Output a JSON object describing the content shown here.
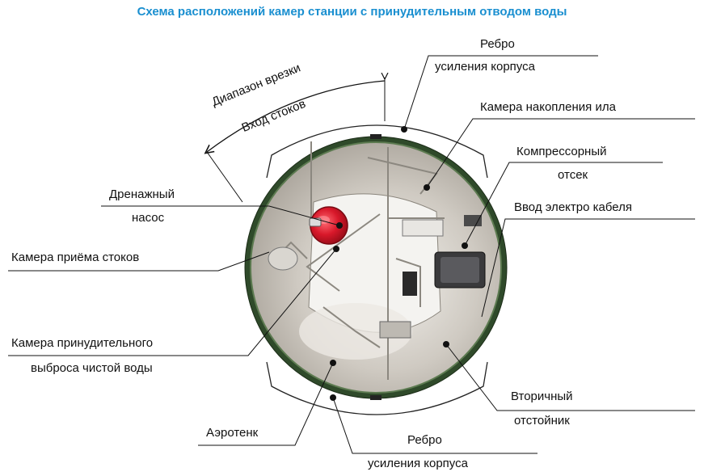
{
  "title": "Схема расположений камер станции с принудительным отводом воды",
  "arc_labels": {
    "line1": "Диапазон врезки",
    "line2": "Вход стоков"
  },
  "labels": {
    "rib_top_1": "Ребро",
    "rib_top_2": "усиления корпуса",
    "sludge": "Камера накопления ила",
    "compressor_1": "Компрессорный",
    "compressor_2": "отсек",
    "cable": "Ввод электро кабеля",
    "pump_1": "Дренажный",
    "pump_2": "насос",
    "inlet_chamber": "Камера приёма стоков",
    "forced_1": "Камера принудительного",
    "forced_2": "выброса чистой воды",
    "secondary_1": "Вторичный",
    "secondary_2": "отстойник",
    "aerotank": "Аэротенк",
    "rib_bot_1": "Ребро",
    "rib_bot_2": "усиления корпуса"
  },
  "colors": {
    "title": "#1a8fd0",
    "outer_ring": "#3f5a35",
    "pump": "#d8182a",
    "tank_shade": "#bdb9b2",
    "leader": "#111111"
  }
}
